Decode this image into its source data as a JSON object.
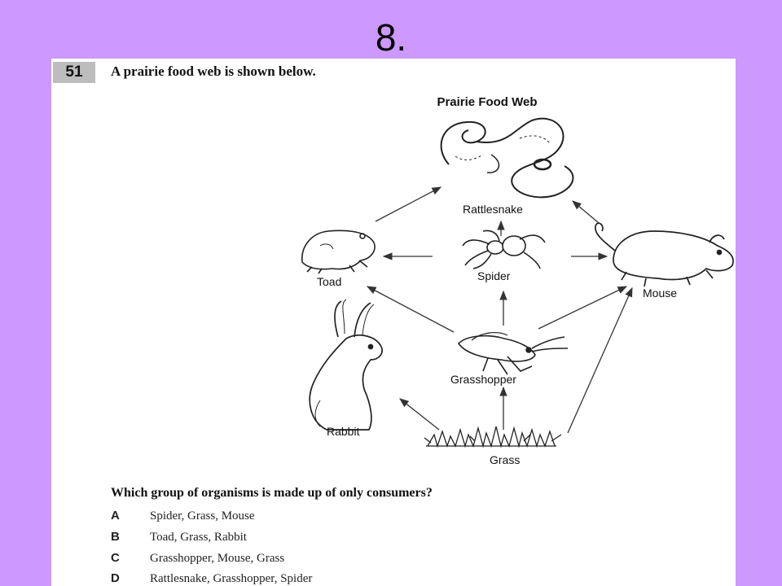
{
  "slide": {
    "title": "8."
  },
  "question": {
    "number": "51",
    "stem": "A prairie food web is shown below.",
    "diagram_title": "Prairie Food Web",
    "organisms": {
      "rattlesnake": "Rattlesnake",
      "toad": "Toad",
      "spider": "Spider",
      "mouse": "Mouse",
      "grasshopper": "Grasshopper",
      "rabbit": "Rabbit",
      "grass": "Grass"
    },
    "prompt": "Which group of organisms is made up of only consumers?",
    "choices": [
      {
        "letter": "A",
        "text": "Spider, Grass, Mouse"
      },
      {
        "letter": "B",
        "text": "Toad, Grass, Rabbit"
      },
      {
        "letter": "C",
        "text": "Grasshopper, Mouse, Grass"
      },
      {
        "letter": "D",
        "text": "Rattlesnake, Grasshopper, Spider"
      }
    ]
  }
}
